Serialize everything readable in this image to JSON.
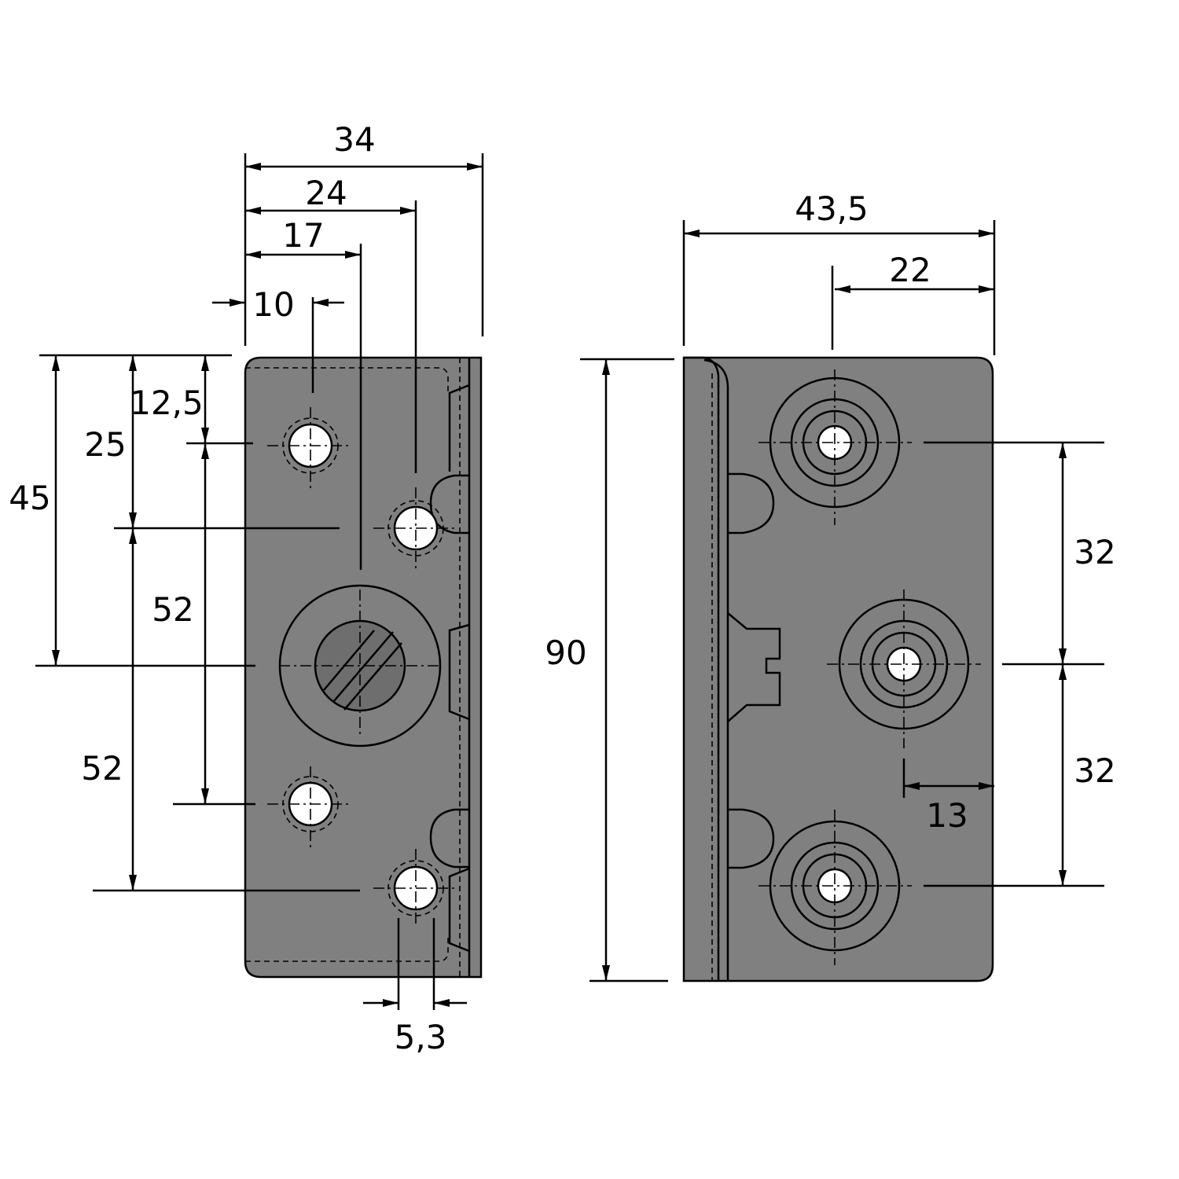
{
  "colors": {
    "part_fill": "#808080",
    "line": "#000000",
    "background": "#ffffff",
    "hole": "#ffffff"
  },
  "left_view": {
    "dims": {
      "width_34": "34",
      "width_24": "24",
      "width_17": "17",
      "width_10": "10",
      "height_12_5": "12,5",
      "height_25": "25",
      "height_45": "45",
      "height_52_a": "52",
      "height_52_b": "52",
      "hole_5_3": "5,3"
    }
  },
  "right_view": {
    "dims": {
      "width_43_5": "43,5",
      "width_22": "22",
      "height_90": "90",
      "spacing_32_a": "32",
      "spacing_32_b": "32",
      "offset_13": "13"
    }
  }
}
